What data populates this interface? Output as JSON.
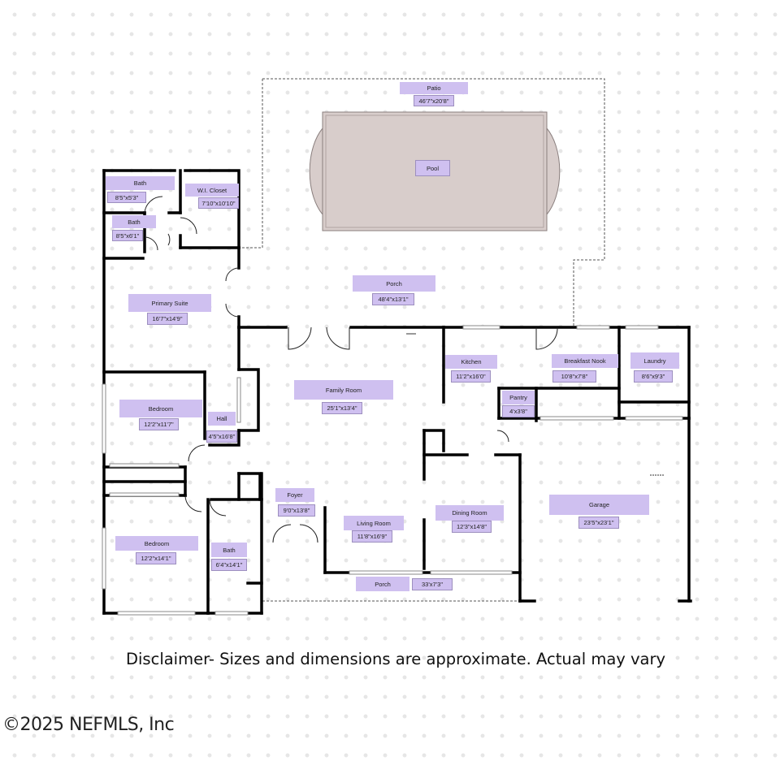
{
  "rooms": [
    {
      "name": "Patio",
      "size": "46'7\"x20'8\""
    },
    {
      "name": "Pool",
      "size": ""
    },
    {
      "name": "Bath",
      "size": "8'5\"x5'3\""
    },
    {
      "name": "W.I. Closet",
      "size": "7'10\"x10'10\""
    },
    {
      "name": "Bath",
      "size": "8'5\"x6'1\""
    },
    {
      "name": "Porch",
      "size": "48'4\"x13'1\""
    },
    {
      "name": "Primary Suite",
      "size": "16'7\"x14'9\""
    },
    {
      "name": "Kitchen",
      "size": "11'2\"x16'0\""
    },
    {
      "name": "Breakfast Nook",
      "size": "10'8\"x7'8\""
    },
    {
      "name": "Laundry",
      "size": "8'6\"x9'3\""
    },
    {
      "name": "Family Room",
      "size": "25'1\"x13'4\""
    },
    {
      "name": "Pantry",
      "size": "4'x3'8\""
    },
    {
      "name": "Bedroom",
      "size": "12'2\"x11'7\""
    },
    {
      "name": "Hall",
      "size": "4'5\"x16'8\""
    },
    {
      "name": "Foyer",
      "size": "9'0\"x13'8\""
    },
    {
      "name": "Garage",
      "size": "23'5\"x23'1\""
    },
    {
      "name": "Living Room",
      "size": "11'8\"x16'9\""
    },
    {
      "name": "Dining Room",
      "size": "12'3\"x14'8\""
    },
    {
      "name": "Bedroom",
      "size": "12'2\"x14'1\""
    },
    {
      "name": "Bath",
      "size": "6'4\"x14'1\""
    },
    {
      "name": "Porch",
      "size": "33'x7'3\""
    }
  ],
  "disclaimer": "Disclaimer- Sizes and dimensions are approximate.  Actual may vary",
  "copyright": "©2025 NEFMLS, Inc",
  "colors": {
    "label_fill": "#cfc0f0",
    "pool_fill": "#d8cdcb",
    "wall": "#000000"
  }
}
